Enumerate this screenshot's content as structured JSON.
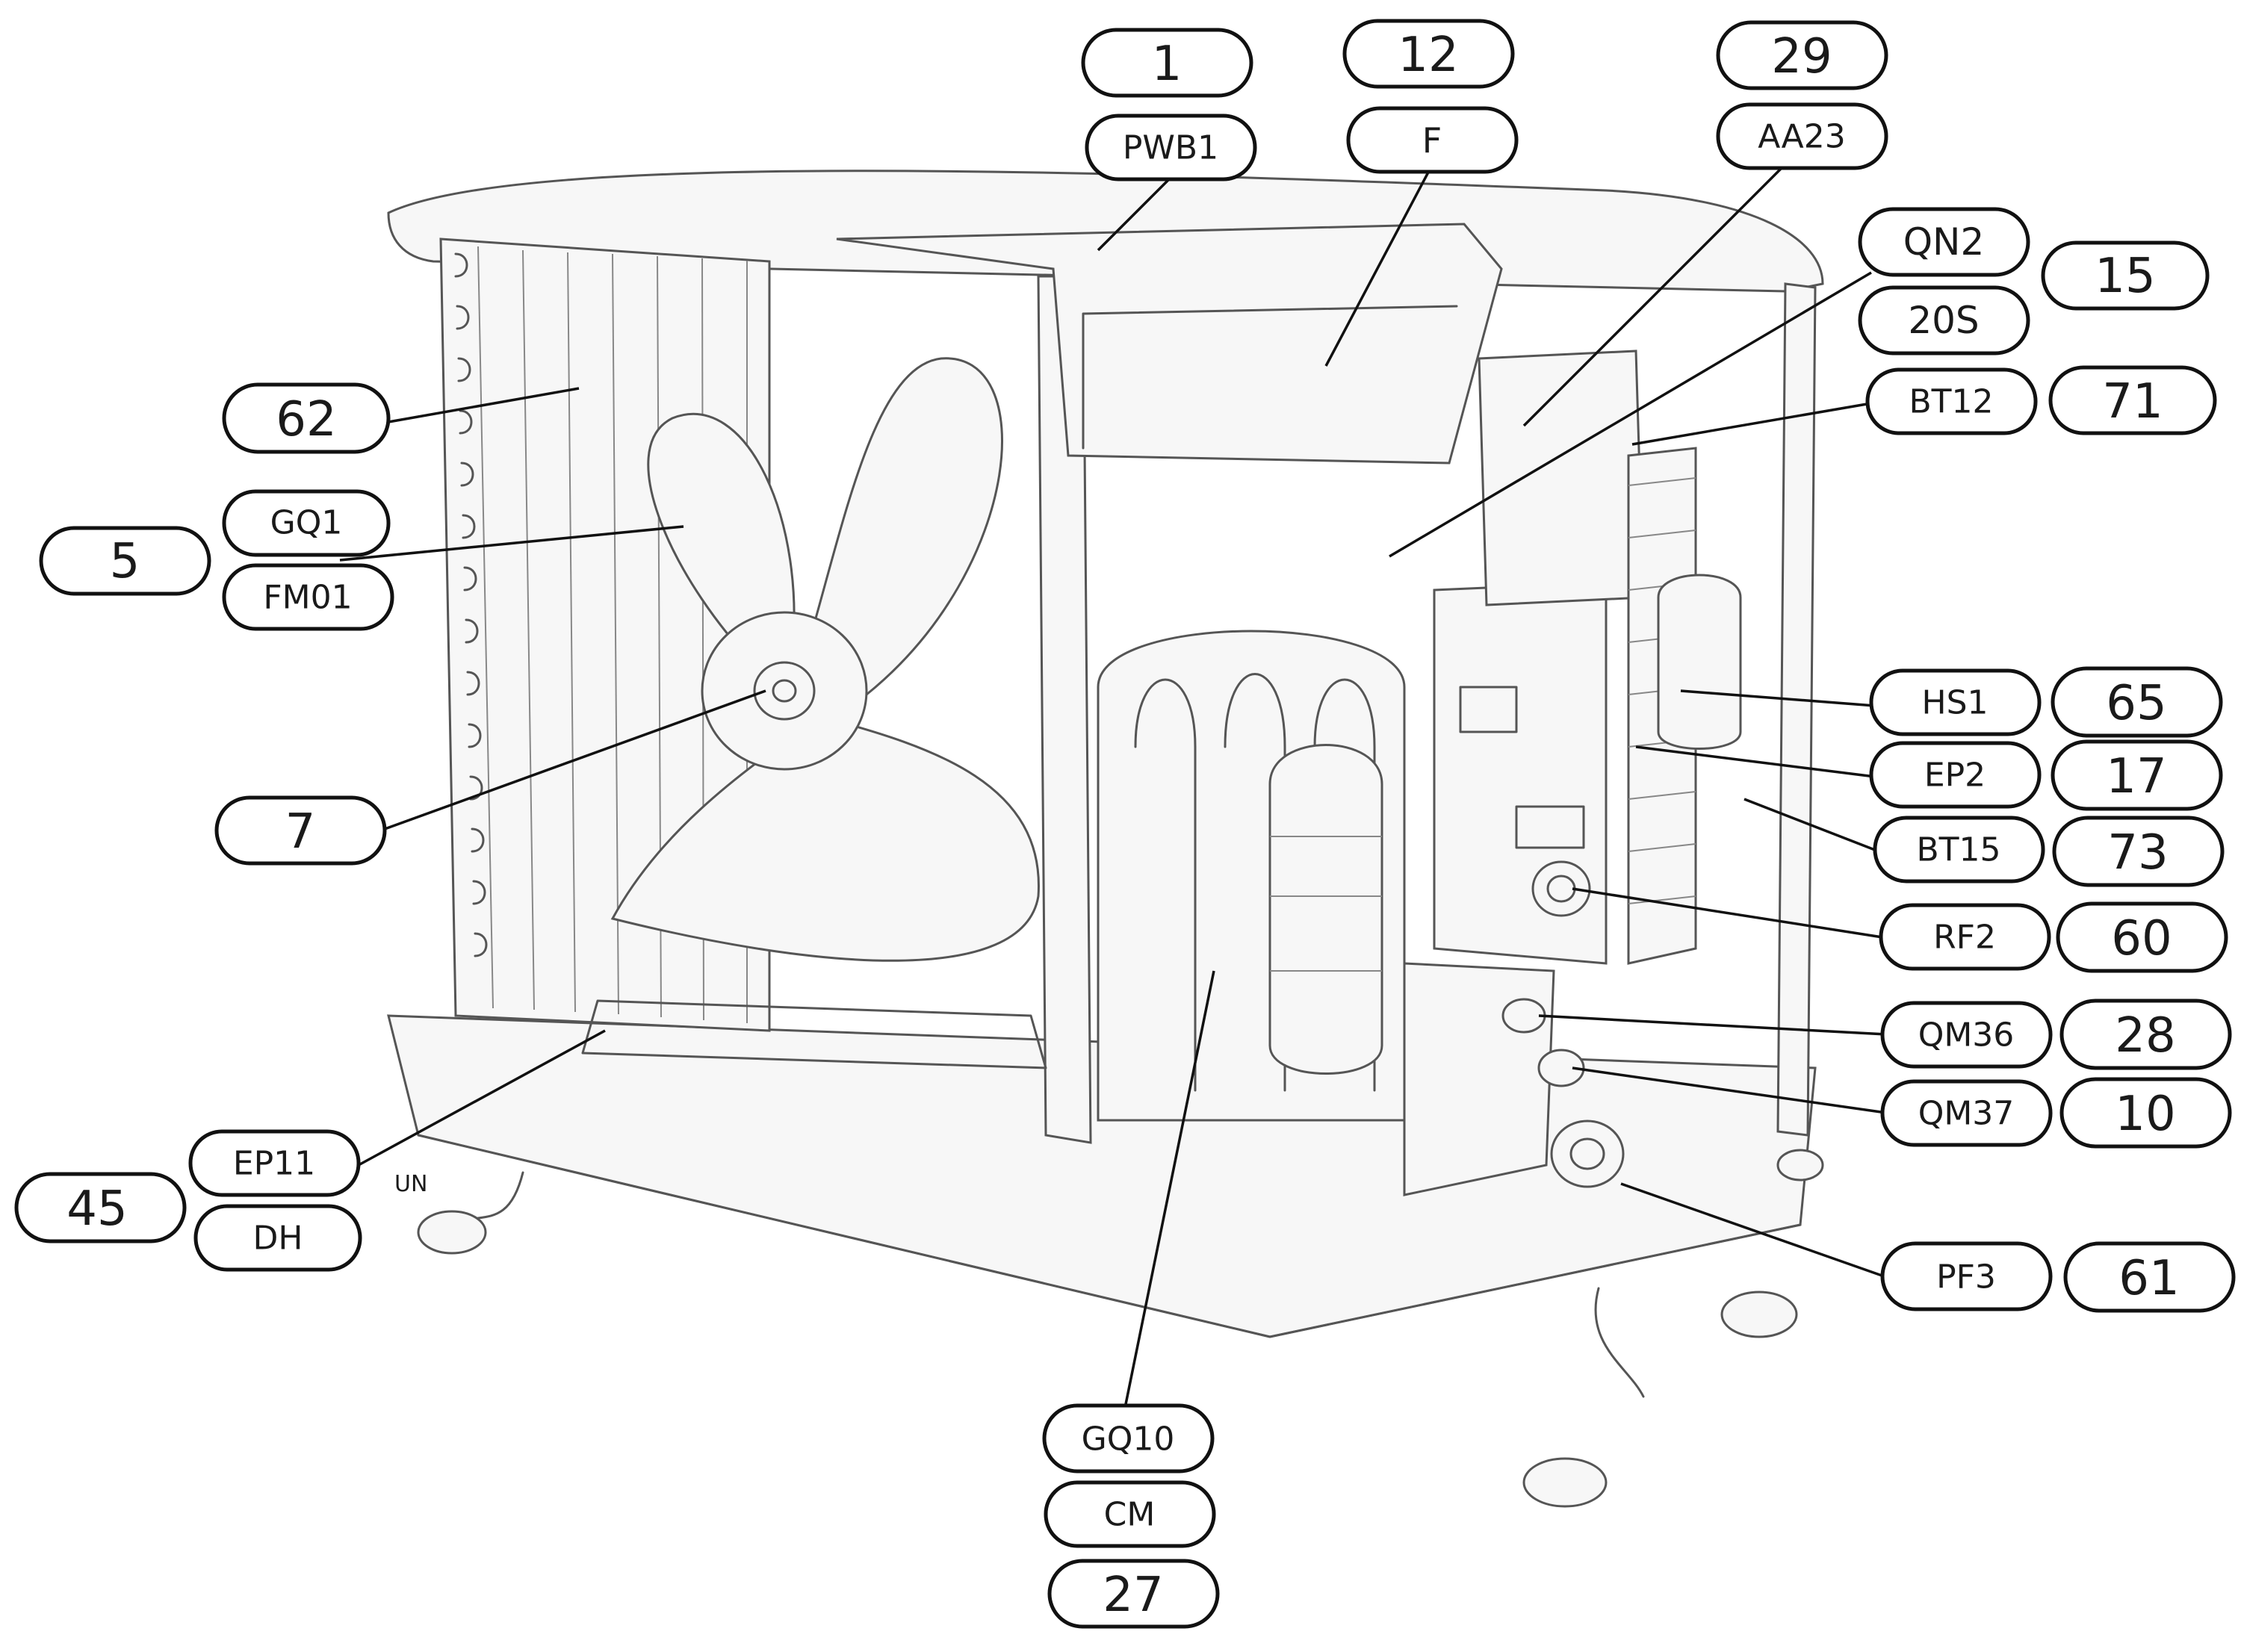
{
  "colors": {
    "ink": "#111111",
    "drawing": "#555555",
    "background": "#ffffff"
  },
  "labels": [
    {
      "id": "c1",
      "text": "1"
    },
    {
      "id": "pwb1",
      "text": "PWB1"
    },
    {
      "id": "c12",
      "text": "12"
    },
    {
      "id": "f",
      "text": "F"
    },
    {
      "id": "c29",
      "text": "29"
    },
    {
      "id": "aa23",
      "text": "AA23"
    },
    {
      "id": "qn2",
      "text": "QN2"
    },
    {
      "id": "c15",
      "text": "15"
    },
    {
      "id": "s20",
      "text": "20S"
    },
    {
      "id": "bt12",
      "text": "BT12"
    },
    {
      "id": "c71",
      "text": "71"
    },
    {
      "id": "c62",
      "text": "62"
    },
    {
      "id": "gq1",
      "text": "GQ1"
    },
    {
      "id": "c5",
      "text": "5"
    },
    {
      "id": "fm01",
      "text": "FM01"
    },
    {
      "id": "c7",
      "text": "7"
    },
    {
      "id": "hs1",
      "text": "HS1"
    },
    {
      "id": "c65",
      "text": "65"
    },
    {
      "id": "ep2",
      "text": "EP2"
    },
    {
      "id": "c17",
      "text": "17"
    },
    {
      "id": "bt15",
      "text": "BT15"
    },
    {
      "id": "c73",
      "text": "73"
    },
    {
      "id": "rf2",
      "text": "RF2"
    },
    {
      "id": "c60",
      "text": "60"
    },
    {
      "id": "qm36",
      "text": "QM36"
    },
    {
      "id": "c28",
      "text": "28"
    },
    {
      "id": "qm37",
      "text": "QM37"
    },
    {
      "id": "c10",
      "text": "10"
    },
    {
      "id": "ep11",
      "text": "EP11"
    },
    {
      "id": "c45",
      "text": "45"
    },
    {
      "id": "dh",
      "text": "DH"
    },
    {
      "id": "pf3",
      "text": "PF3"
    },
    {
      "id": "c61",
      "text": "61"
    },
    {
      "id": "gq10",
      "text": "GQ10"
    },
    {
      "id": "cm",
      "text": "CM"
    },
    {
      "id": "c27",
      "text": "27"
    }
  ],
  "mark": "UN"
}
